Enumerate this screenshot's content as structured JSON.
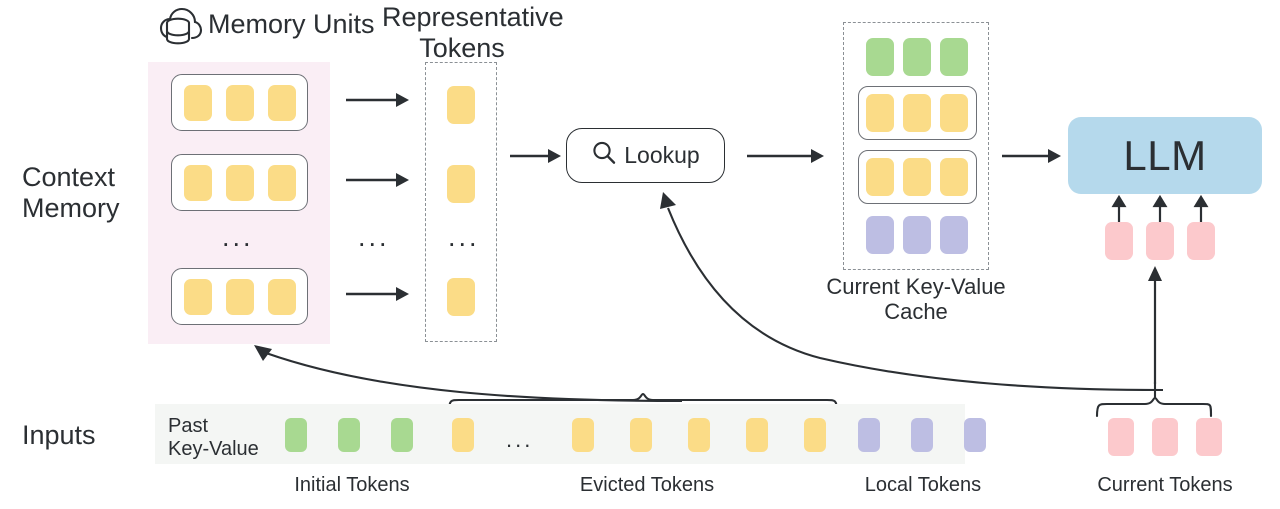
{
  "figure": {
    "type": "architecture-diagram",
    "title": "LLM context-memory with representative-token lookup"
  },
  "palette": {
    "yellow_token": "#FBDC87",
    "green_token": "#A8D991",
    "purple_token": "#BDBEE3",
    "pink_token": "#FCC9CC",
    "llm_blue": "#B5D9EC",
    "context_memory_bg": "#FAEEF5",
    "inputs_bg": "#F4F6F4",
    "stroke": "#2B2F33",
    "dashed_stroke": "#8B9095"
  },
  "row_labels": {
    "context_memory": "Context\nMemory",
    "inputs": "Inputs"
  },
  "memory_units": {
    "icon": "cloud-database-icon",
    "label": "Memory Units",
    "units": [
      {
        "tokens": [
          "yellow",
          "yellow",
          "yellow"
        ]
      },
      {
        "tokens": [
          "yellow",
          "yellow",
          "yellow"
        ]
      },
      {
        "tokens": [
          "yellow",
          "yellow",
          "yellow"
        ]
      }
    ],
    "ellipsis": "..."
  },
  "representative_tokens": {
    "label": "Representative\nTokens",
    "tokens": [
      "yellow",
      "yellow",
      "yellow"
    ],
    "ellipsis": "...",
    "arrows_ellipsis": "..."
  },
  "lookup": {
    "icon": "magnifier-icon",
    "label": "Lookup"
  },
  "kv_cache": {
    "label": "Current Key-Value\nCache",
    "rows": [
      {
        "kind": "plain",
        "tokens": [
          "green",
          "green",
          "green"
        ]
      },
      {
        "kind": "boxed",
        "tokens": [
          "yellow",
          "yellow",
          "yellow"
        ]
      },
      {
        "kind": "boxed",
        "tokens": [
          "yellow",
          "yellow",
          "yellow"
        ]
      },
      {
        "kind": "plain",
        "tokens": [
          "purple",
          "purple",
          "purple"
        ]
      }
    ]
  },
  "llm": {
    "label": "LLM",
    "input_tokens": [
      "pink",
      "pink",
      "pink"
    ]
  },
  "inputs": {
    "past_kv_label": "Past\nKey-Value",
    "ellipsis": "...",
    "tokens": [
      {
        "color": "green"
      },
      {
        "color": "green"
      },
      {
        "color": "green"
      },
      {
        "color": "yellow"
      },
      {
        "color": "ellipsis"
      },
      {
        "color": "yellow"
      },
      {
        "color": "yellow"
      },
      {
        "color": "yellow"
      },
      {
        "color": "yellow"
      },
      {
        "color": "yellow"
      },
      {
        "color": "purple"
      },
      {
        "color": "purple"
      },
      {
        "color": "purple"
      }
    ],
    "current_tokens": [
      "pink",
      "pink",
      "pink"
    ],
    "group_labels": {
      "initial": "Initial Tokens",
      "evicted": "Evicted Tokens",
      "local": "Local Tokens",
      "current": "Current Tokens"
    }
  }
}
